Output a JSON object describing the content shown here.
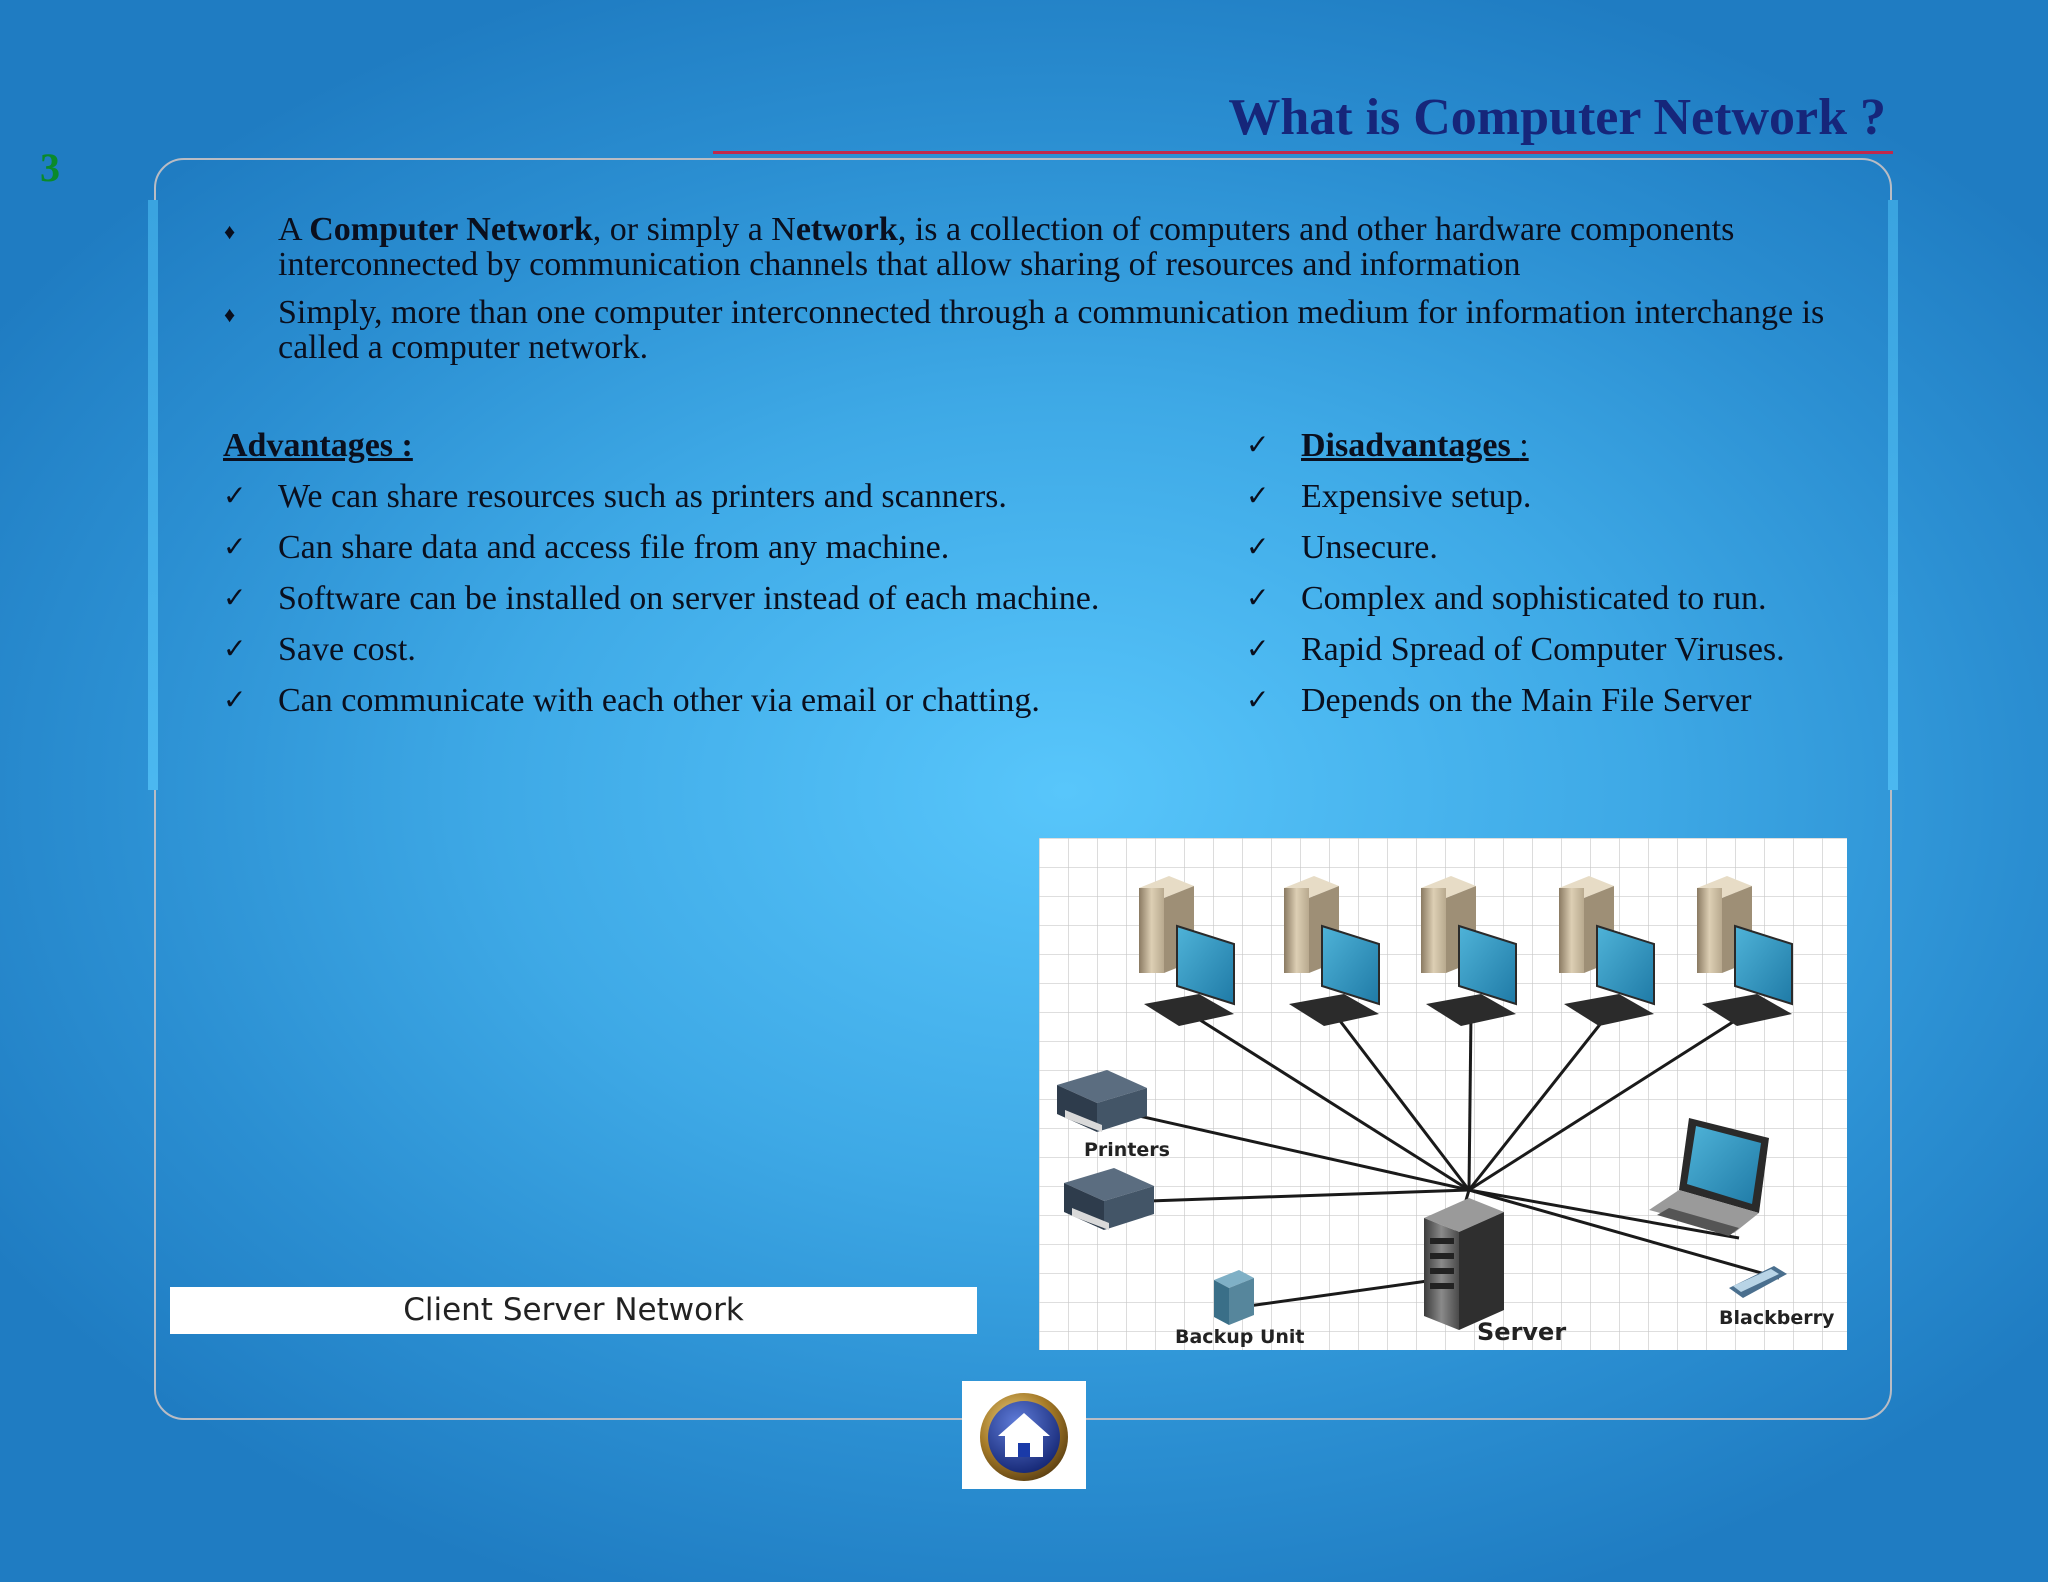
{
  "slide": {
    "number": "3",
    "title": "What is Computer Network ?"
  },
  "intro": [
    {
      "parts": [
        {
          "text": "A ",
          "bold": false
        },
        {
          "text": "Computer Network",
          "bold": true
        },
        {
          "text": ", or simply a N",
          "bold": false
        },
        {
          "text": "etwork",
          "bold": true
        },
        {
          "text": ", is a collection of computers and other hardware components interconnected by communication channels that allow sharing of resources and information",
          "bold": false
        }
      ]
    },
    {
      "parts": [
        {
          "text": "Simply, more than one computer interconnected through a communication medium for information interchange is called a computer network.",
          "bold": false
        }
      ]
    }
  ],
  "advantages": {
    "heading": "Advantages :",
    "items": [
      "We can share resources such as printers and scanners.",
      "Can share data and access file from any machine.",
      "Software can be installed on server instead of each machine.",
      "Save cost.",
      "Can communicate with each other via email or chatting."
    ]
  },
  "disadvantages": {
    "heading": "Disadvantages ",
    "heading_suffix": ":",
    "items": [
      "Expensive setup.",
      "Unsecure.",
      "Complex and sophisticated to run.",
      "Rapid Spread of Computer Viruses.",
      "Depends on the Main File Server"
    ]
  },
  "caption": "Client Server Network",
  "diagram": {
    "labels": {
      "printers": "Printers",
      "backup": "Backup Unit",
      "server": "Server",
      "blackberry": "Blackberry"
    }
  },
  "icons": {
    "bullet": "diamond-bullet-icon",
    "check": "checkmark-icon",
    "home": "home-icon"
  },
  "colors": {
    "title": "#16267a",
    "slide_number": "#0a8a2a",
    "title_rule": "#c0294b"
  }
}
